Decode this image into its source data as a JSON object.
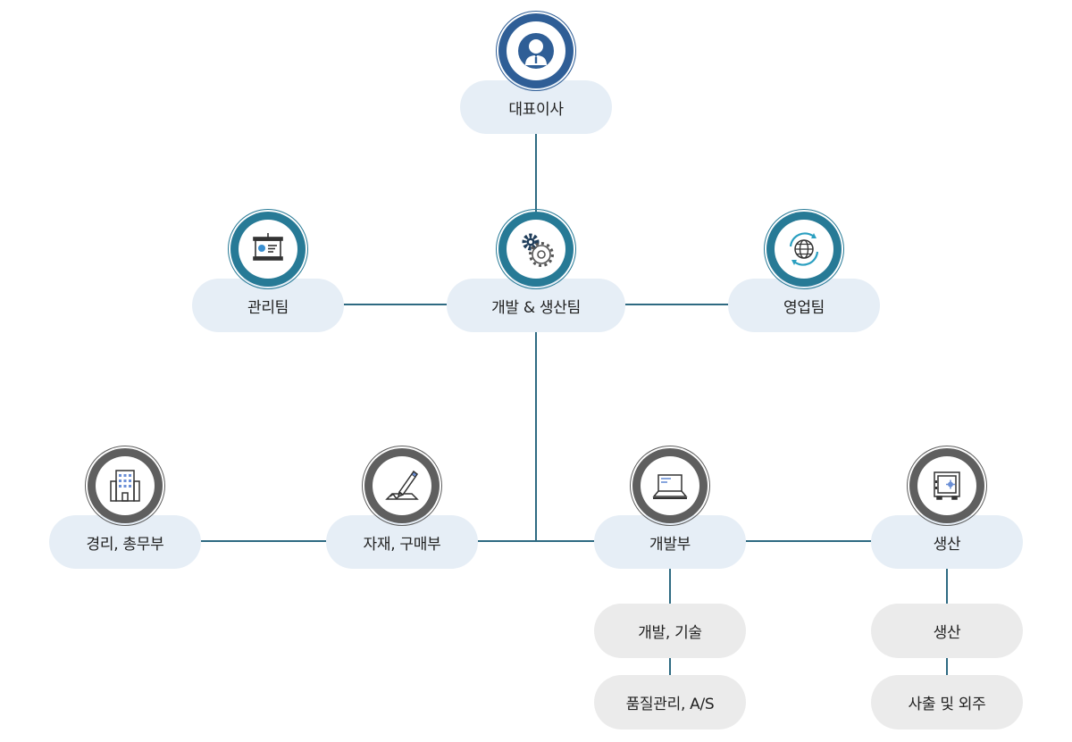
{
  "colors": {
    "line": "#2e6a82",
    "ceo_ring": "#2f5e96",
    "team_ring": "#277a96",
    "dept_ring": "#5f5f5f",
    "pill_blue": "#e6eef6",
    "pill_gray": "#ebebeb"
  },
  "nodes": {
    "ceo": {
      "label": "대표이사",
      "icon": "person-info-icon"
    },
    "management": {
      "label": "관리팀",
      "icon": "presentation-board-icon"
    },
    "dev_production": {
      "label": "개발 & 생산팀",
      "icon": "gears-icon"
    },
    "sales": {
      "label": "영업팀",
      "icon": "globe-refresh-icon"
    },
    "accounting": {
      "label": "경리, 총무부",
      "icon": "building-icon"
    },
    "materials": {
      "label": "자재, 구매부",
      "icon": "pen-signature-icon"
    },
    "development": {
      "label": "개발부",
      "icon": "laptop-icon"
    },
    "production": {
      "label": "생산",
      "icon": "safe-icon"
    }
  },
  "sub_items": {
    "development": [
      "개발, 기술",
      "품질관리, A/S"
    ],
    "production": [
      "생산",
      "사출 및 외주"
    ]
  }
}
